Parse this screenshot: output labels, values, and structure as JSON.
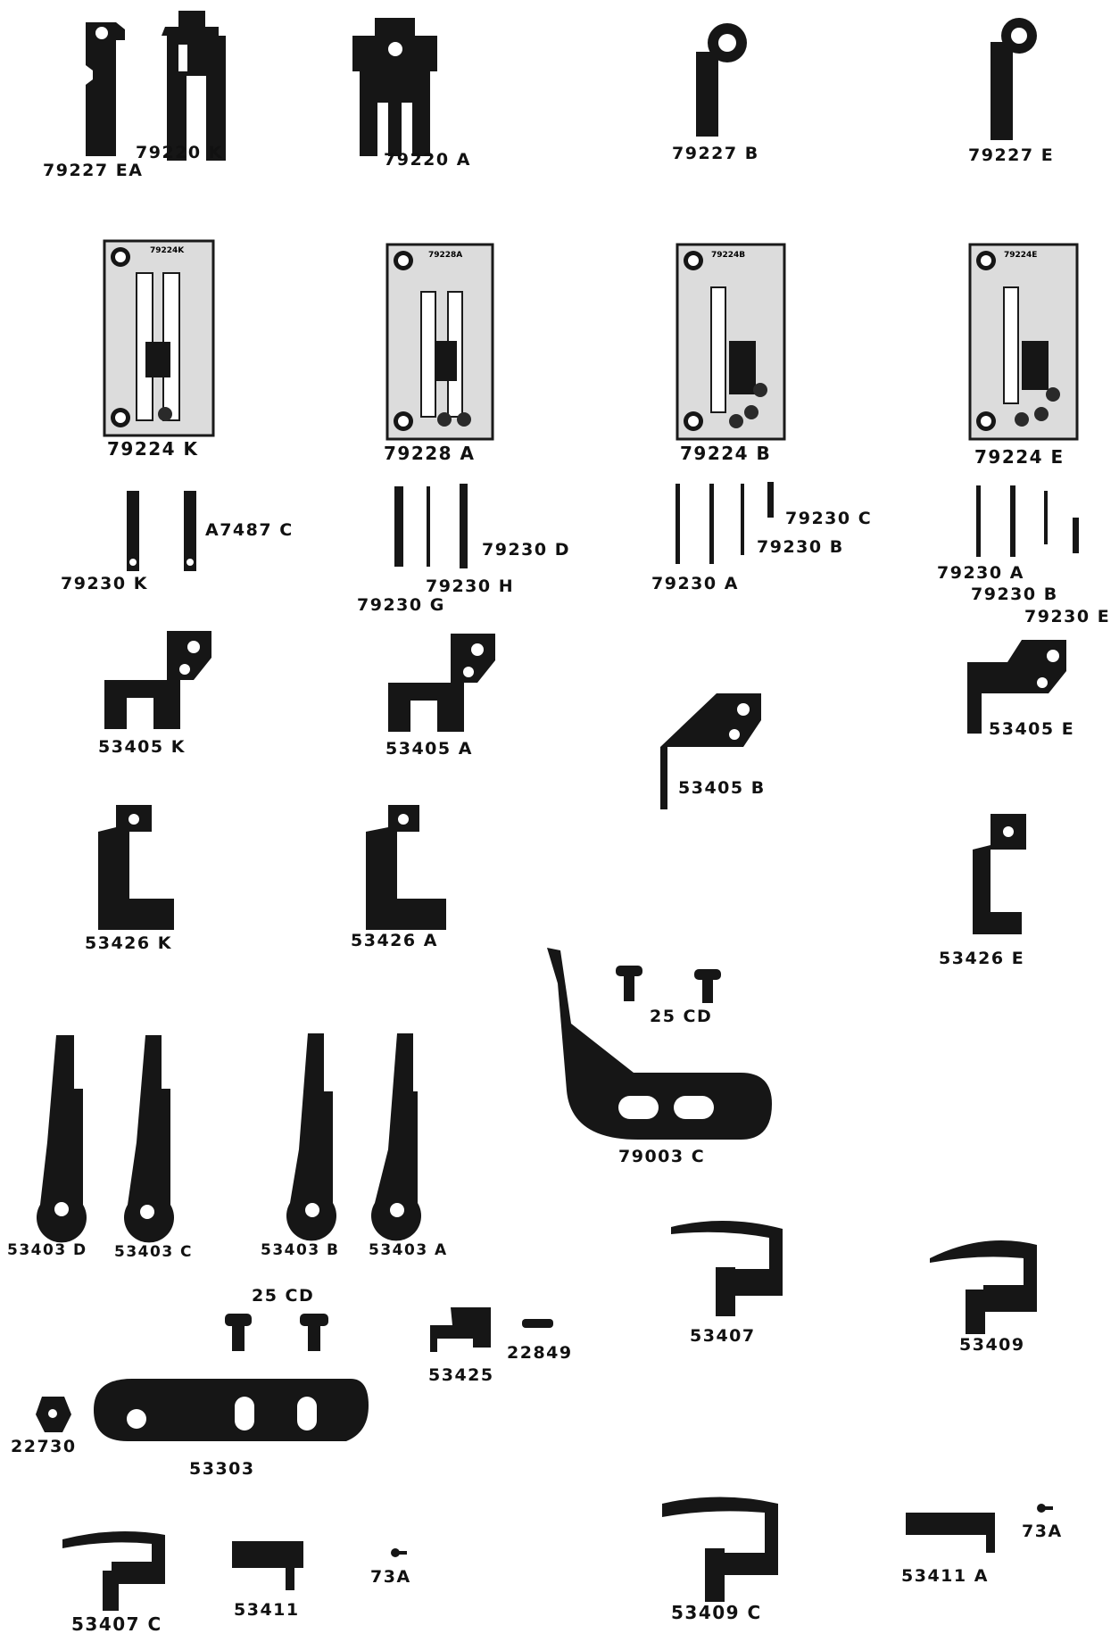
{
  "labels": {
    "p_79227_EA": "79227 EA",
    "p_79220_K": "79220 K",
    "p_79220_A": "79220 A",
    "p_79227_B": "79227 B",
    "p_79227_E": "79227 E",
    "p_79224_K": "79224 K",
    "p_79228_A": "79228 A",
    "p_79224_B": "79224 B",
    "p_79224_E": "79224 E",
    "p_79230_K": "79230 K",
    "p_A7487_C": "A7487 C",
    "p_79230_D": "79230 D",
    "p_79230_H": "79230 H",
    "p_79230_G": "79230 G",
    "p_79230_C": "79230 C",
    "p_79230_B1": "79230 B",
    "p_79230_A1": "79230 A",
    "p_79230_A2": "79230 A",
    "p_79230_B2": "79230 B",
    "p_79230_E": "79230 E",
    "p_53405_K": "53405 K",
    "p_53405_A": "53405 A",
    "p_53405_B": "53405 B",
    "p_53405_E": "53405 E",
    "p_53426_K": "53426 K",
    "p_53426_A": "53426 A",
    "p_53426_E": "53426 E",
    "p_25_CD_1": "25 CD",
    "p_79003_C": "79003 C",
    "p_53403_D": "53403 D",
    "p_53403_C": "53403 C",
    "p_53403_B": "53403 B",
    "p_53403_A": "53403 A",
    "p_53407": "53407",
    "p_53409": "53409",
    "p_25_CD_2": "25 CD",
    "p_53425": "53425",
    "p_22849": "22849",
    "p_22730": "22730",
    "p_53303": "53303",
    "p_53407_C": "53407 C",
    "p_53411": "53411",
    "p_73A_1": "73A",
    "p_53409_C": "53409 C",
    "p_53411_A": "53411 A",
    "p_73A_2": "73A"
  },
  "plate_stamps": {
    "p_79224_K": "79224K",
    "p_79228_A": "79228A",
    "p_79224_B": "79224B",
    "p_79224_E": "79224E"
  },
  "colors": {
    "ink": "#161616",
    "plate": "#dcdcdc",
    "paper": "#ffffff"
  }
}
